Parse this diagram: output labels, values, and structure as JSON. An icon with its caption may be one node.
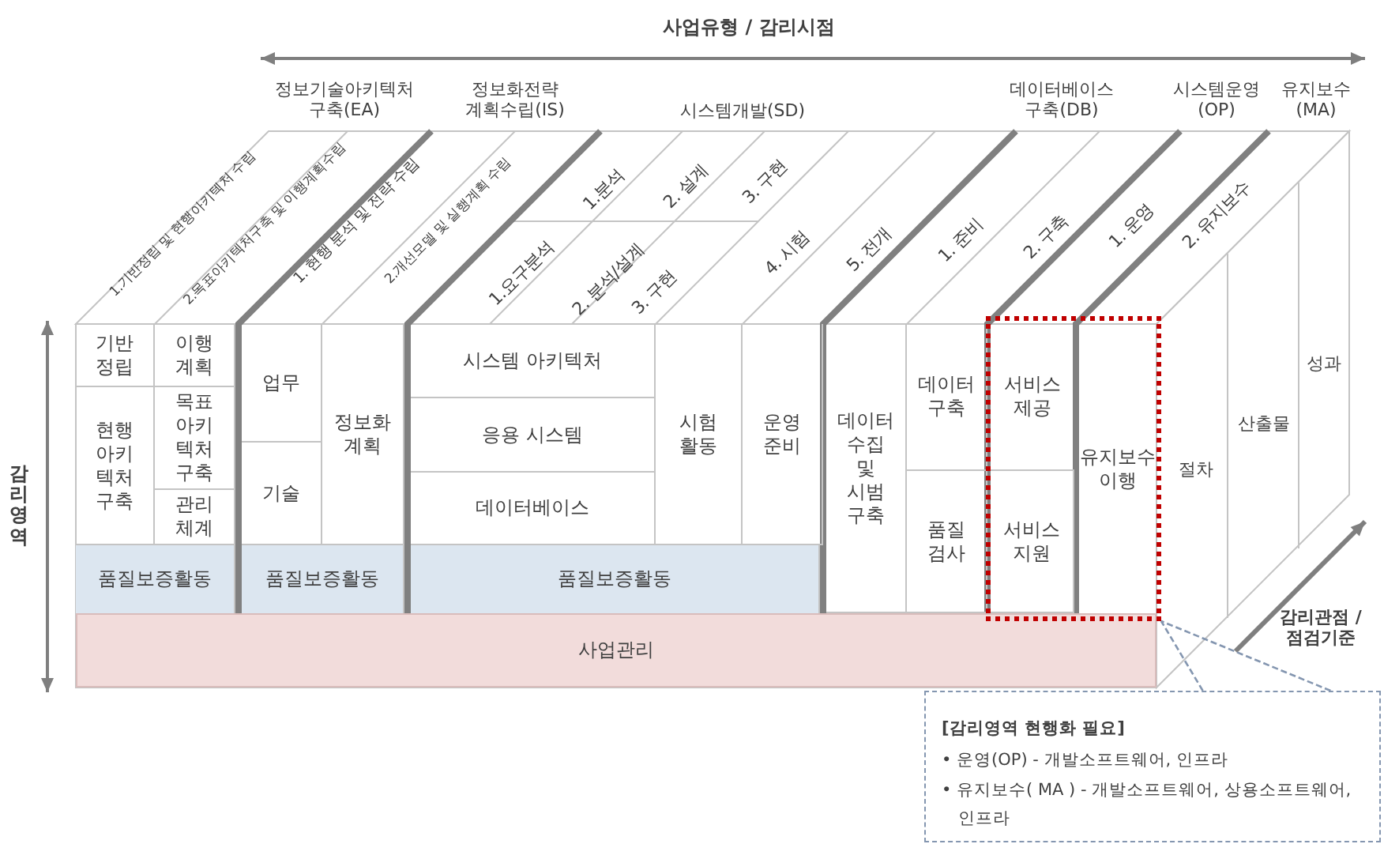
{
  "diagram": {
    "title": "사업유형 / 감리시점",
    "nodes": [
      {
        "text": [
          "기반정립"
        ]
      },
      {
        "text": [
          "현행아키텍처구축"
        ]
      },
      {
        "text": [
          "이행계획"
        ]
      },
      {
        "text": [
          "목표아키텍처구축"
        ]
      },
      {
        "text": [
          "관리체계"
        ]
      },
      {
        "text": [
          "업무"
        ]
      },
      {
        "text": [
          "기술"
        ]
      },
      {
        "text": [
          "정보화계획"
        ]
      },
      {
        "text": [
          "시스템 아키텍처"
        ]
      },
      {
        "text": [
          "응용 시스템"
        ]
      },
      {
        "text": [
          "데이터베이스"
        ]
      },
      {
        "text": [
          "시험활동"
        ]
      },
      {
        "text": [
          "운영준비"
        ]
      },
      {
        "text": [
          "데이터 수집 및 시범 구축"
        ]
      },
      {
        "text": [
          "데이터구축"
        ]
      },
      {
        "text": [
          "품질검사"
        ]
      },
      {
        "text": [],
        "shape": "box"
      },
      {
        "text": [
          "서비스제공"
        ],
        "in": 16
      },
      {
        "text": [
          "서비스지원"
        ],
        "in": 16
      },
      {
        "text": [
          "유지보수이행"
        ],
        "in": 16
      },
      {
        "text": [
          "품질보증활동"
        ]
      },
      {
        "text": [
          "품질보증활동"
        ]
      },
      {
        "text": [
          "품질보증활동"
        ]
      },
      {
        "text": [
          "사업관리"
        ]
      },
      {
        "text": [
          "[감리영역 현행화 필요]",
          "• 운영(OP) - 개발소프트웨어, 인프라",
          "• 유지보수( MA ) - 개발소프트웨어, 상용소프트웨어, 인프라"
        ]
      }
    ],
    "edges": [
      {
        "from": 24,
        "to": 16,
        "arrow": "none",
        "style": "dashed"
      },
      {
        "from": 24,
        "to": 16,
        "arrow": "none",
        "style": "dashed"
      }
    ],
    "labels": [
      "정보기술아키텍처 구축(EA)",
      "정보화전략 계획수립(IS)",
      "시스템개발(SD)",
      "데이터베이스 구축(DB)",
      "시스템운영 (OP)",
      "유지보수 (MA)",
      "1.기반정립 및 현행아키텍처 수립",
      "2.목표아키텍처구축 및 이행계획수립",
      "1. 현행 분석 및 전략 수립",
      "2.개선모델 및 실행계획 수립",
      "1.분석",
      "2. 설계",
      "3. 구현",
      "1.요구분석",
      "2. 분석/설계",
      "3. 구현",
      "4. 시험",
      "5. 전개",
      "1. 준비",
      "2. 구축",
      "1. 운영",
      "2. 유지보수",
      "감리영역",
      "성과",
      "산출물",
      "절차",
      "감리관점 / 점검기준"
    ]
  }
}
